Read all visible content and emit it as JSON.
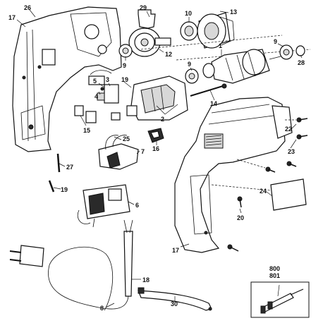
{
  "labels": {
    "l26": "26",
    "l17a": "17",
    "l29": "29",
    "l10": "10",
    "l13": "13",
    "l12": "12",
    "l9a": "9",
    "l1": "1",
    "l9b": "9",
    "l28": "28",
    "l9c": "9",
    "l5": "5",
    "l3": "3",
    "l19a": "19",
    "l4": "4",
    "l14": "14",
    "l2": "2",
    "l15": "15",
    "l16": "16",
    "l25": "25",
    "l7": "7",
    "l22": "22",
    "l23": "23",
    "l27": "27",
    "l19b": "19",
    "l6": "6",
    "l24": "24",
    "l20": "20",
    "l17b": "17",
    "l18": "18",
    "l800": "800",
    "l801": "801",
    "l30": "30",
    "l8": "8"
  }
}
